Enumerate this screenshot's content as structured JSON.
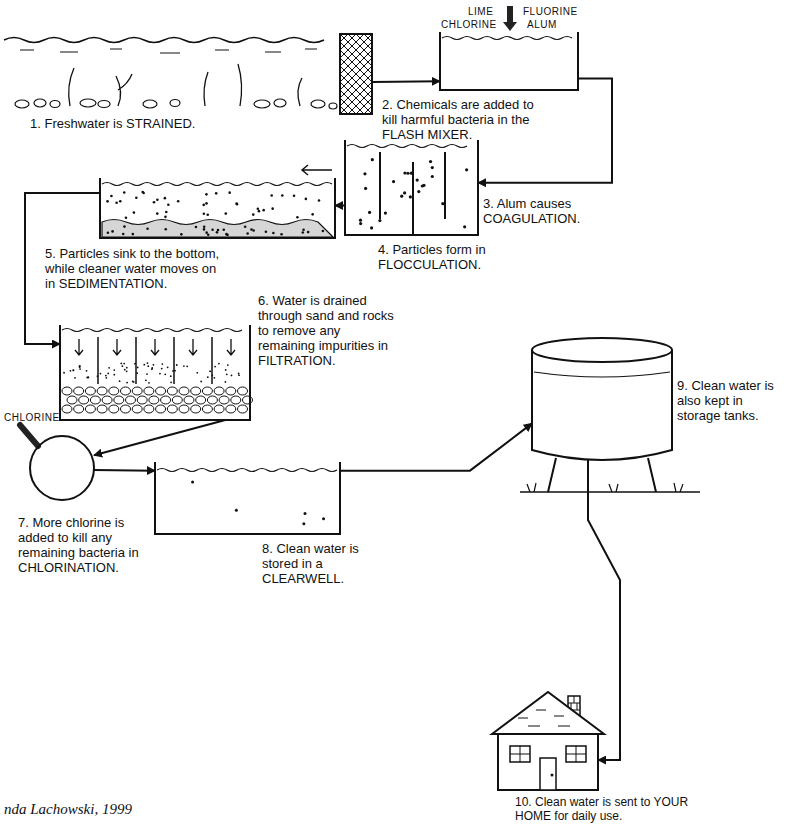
{
  "diagram": {
    "nodes": [
      {
        "text": [
          "1. Freshwater is STRAINED."
        ]
      },
      {
        "text": [
          "2. Chemicals are added to kill harmful bacteria in the FLASH MIXER."
        ]
      },
      {
        "text": [
          "3. Alum causes COAGULATION.",
          "4. Particles form in FLOCCULATION."
        ]
      },
      {
        "text": [
          "5. Particles sink to the bottom, while cleaner water moves on in SEDIMENTATION."
        ]
      },
      {
        "text": [
          "6. Water is drained through sand and rocks to remove any remaining impurities in FILTRATION."
        ]
      },
      {
        "text": [
          "7. More chlorine is added to kill any remaining bacteria in CHLORINATION."
        ]
      },
      {
        "text": [
          "8. Clean water is stored in a CLEARWELL."
        ]
      },
      {
        "text": [
          "9. Clean water is also kept in storage tanks."
        ]
      },
      {
        "text": [
          "10. Clean water is sent to YOUR HOME for daily use."
        ]
      }
    ],
    "edges": [
      {
        "from": 0,
        "to": 1,
        "arrow": "to"
      },
      {
        "from": 1,
        "to": 2,
        "arrow": "to"
      },
      {
        "from": 2,
        "to": 3,
        "arrow": "to"
      },
      {
        "from": 3,
        "to": 4,
        "arrow": "to"
      },
      {
        "from": 4,
        "to": 5,
        "arrow": "to"
      },
      {
        "from": 5,
        "to": 6,
        "arrow": "to"
      },
      {
        "from": 6,
        "to": 7,
        "arrow": "to"
      },
      {
        "from": 7,
        "to": 8,
        "arrow": "to"
      }
    ],
    "labels": [
      "LIME",
      "FLUORINE",
      "CHLORINE",
      "ALUM",
      "CHLORINE",
      "nda Lachowski, 1999"
    ]
  }
}
